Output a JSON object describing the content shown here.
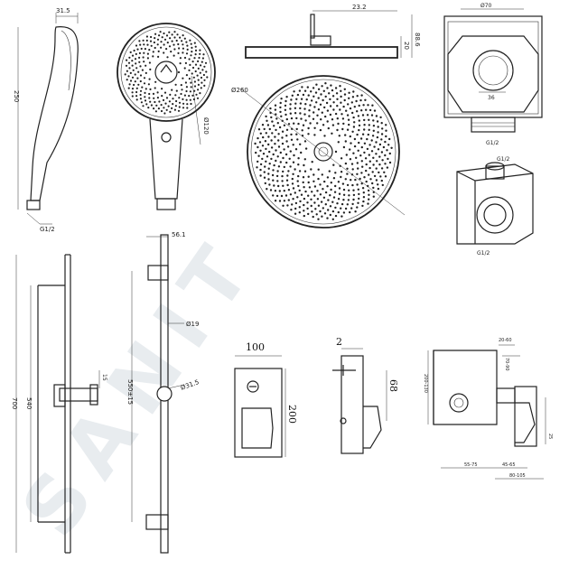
{
  "watermark": "SANIT",
  "hand_shower_side": {
    "width": "31.5",
    "length": "250",
    "thread": "G1/2"
  },
  "hand_shower_front": {
    "label": "Ø120"
  },
  "overhead_shower": {
    "arm": "23.2",
    "thickness": "20",
    "height": "88.6",
    "diameter": "Ø260"
  },
  "wall_elbow": {
    "top": "Ø70",
    "mid": "36",
    "thread": "G1/2"
  },
  "wall_elbow_iso": {
    "top": "G1/2",
    "bottom": "G1/2"
  },
  "rail_side": {
    "height": "700",
    "spacing": "540",
    "bracket": "15"
  },
  "rail_front": {
    "width": "56.1",
    "rod": "Ø19",
    "ball": "Ø31.5",
    "length": "550±15"
  },
  "cover_plate": {
    "width": "100",
    "height": "200"
  },
  "cover_side": {
    "depth": "2",
    "offset": "68"
  },
  "box": {
    "top": "20-60",
    "side": "70-90",
    "height": "200-130",
    "right": "25",
    "bottom_a": "55-75",
    "bottom_b": "45-65",
    "bottom_total": "80-105"
  }
}
